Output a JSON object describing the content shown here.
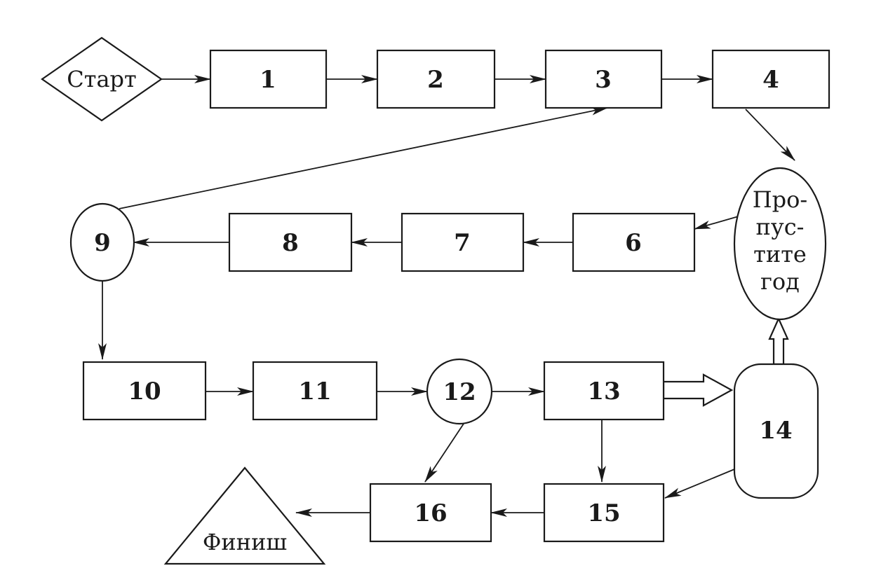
{
  "diagram": {
    "start_label": "Старт",
    "finish_label": "Финиш",
    "skip_year_lines": [
      "Про-",
      "пус-",
      "тите",
      "год"
    ],
    "nodes": {
      "n1": "1",
      "n2": "2",
      "n3": "3",
      "n4": "4",
      "n6": "6",
      "n7": "7",
      "n8": "8",
      "n9": "9",
      "n10": "10",
      "n11": "11",
      "n12": "12",
      "n13": "13",
      "n14": "14",
      "n15": "15",
      "n16": "16"
    }
  }
}
